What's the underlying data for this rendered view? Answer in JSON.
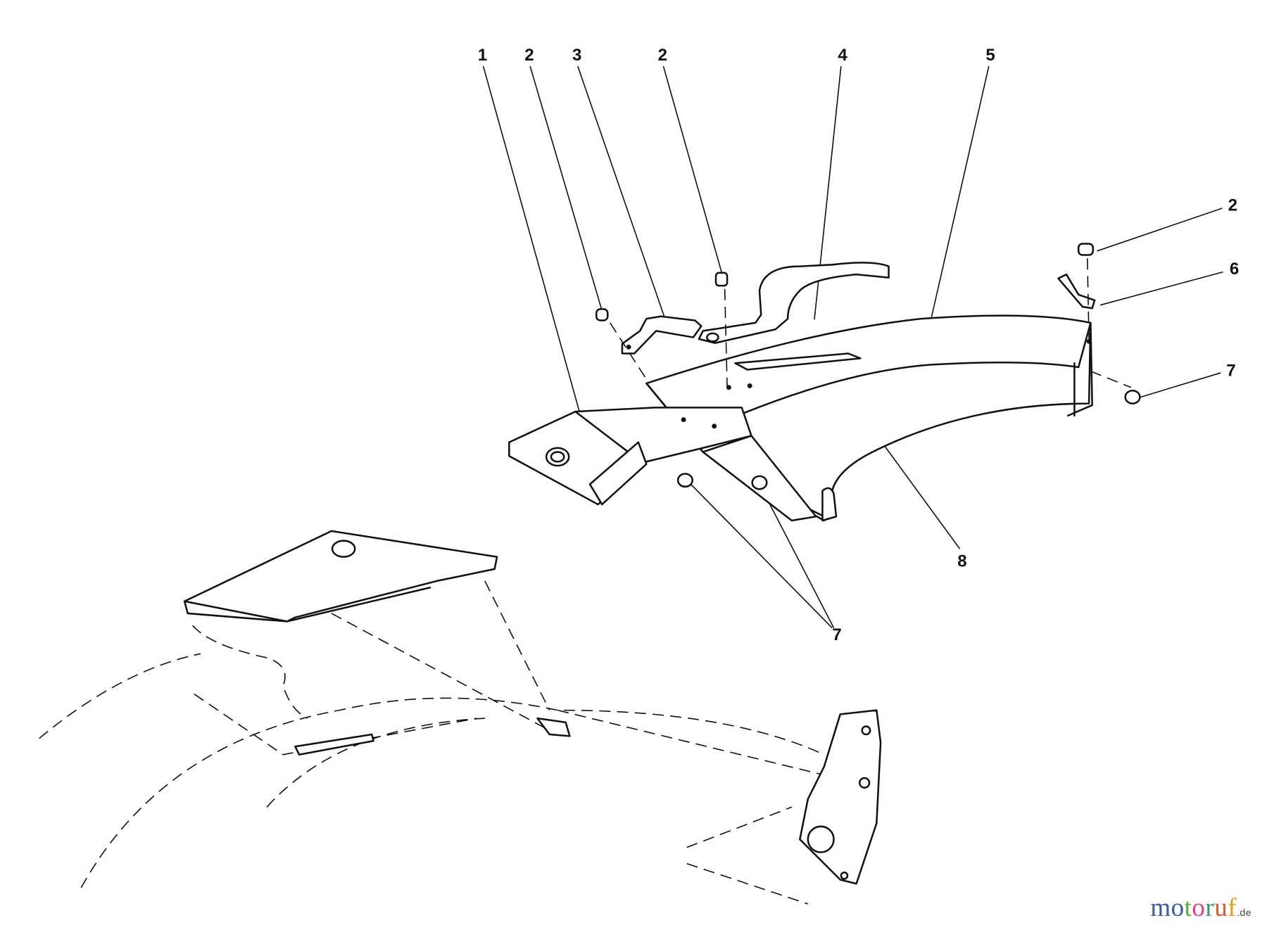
{
  "diagram": {
    "type": "exploded parts diagram",
    "callouts": [
      {
        "label": "1",
        "part": "1"
      },
      {
        "label": "2",
        "part": "2"
      },
      {
        "label": "3",
        "part": "3"
      },
      {
        "label": "2",
        "part": "2"
      },
      {
        "label": "4",
        "part": "4"
      },
      {
        "label": "5",
        "part": "5"
      },
      {
        "label": "2",
        "part": "2"
      },
      {
        "label": "6",
        "part": "6"
      },
      {
        "label": "7",
        "part": "7"
      },
      {
        "label": "8",
        "part": "8"
      },
      {
        "label": "7",
        "part": "7"
      }
    ]
  },
  "watermark": {
    "text": "motoruf",
    "suffix": ".de",
    "letter_colors": [
      "#3a5aa8",
      "#3a5aa8",
      "#5aa83a",
      "#e0408a",
      "#3a9a6a",
      "#e05a2a",
      "#e0a020"
    ]
  }
}
